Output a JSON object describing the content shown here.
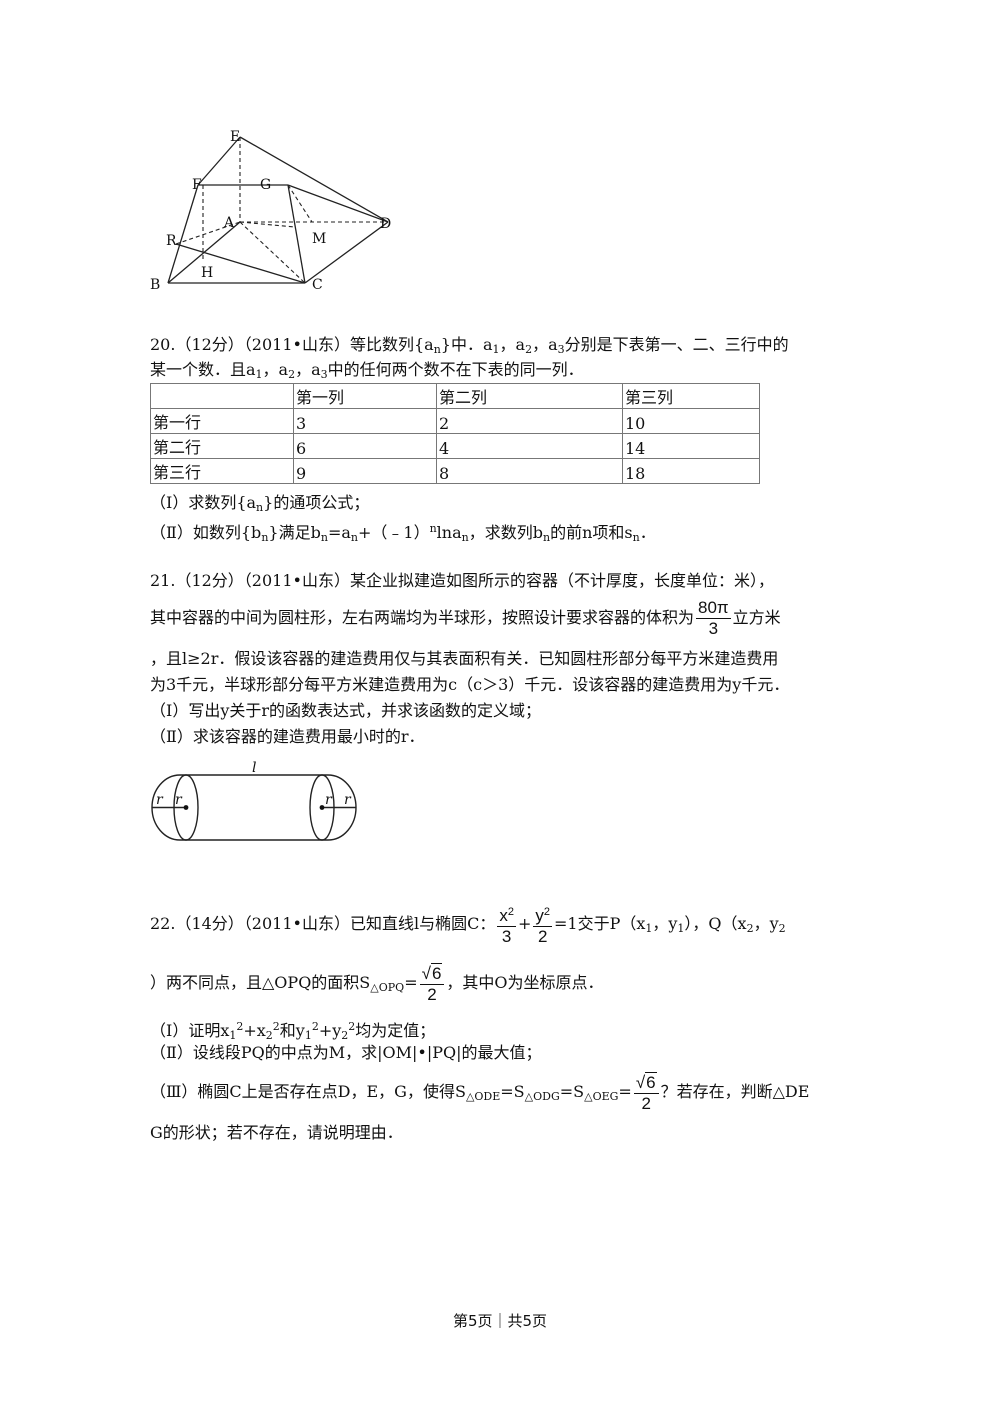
{
  "figure1": {
    "labels": {
      "E": "E",
      "F": "F",
      "G": "G",
      "A": "A",
      "M": "M",
      "D": "D",
      "R": "R",
      "H": "H",
      "B": "B",
      "C": "C"
    }
  },
  "q20": {
    "line1_a": "20.（12分）（2011•山东）等比数列{a",
    "line1_b": "}中．a",
    "line1_c": "，a",
    "line1_d": "，a",
    "line1_e": "分别是下表第一、二、三行中的",
    "line2_a": "某一个数．且a",
    "line2_b": "，a",
    "line2_c": "，a",
    "line2_d": "中的任何两个数不在下表的同一列．",
    "table": {
      "headers": [
        "",
        "第一列",
        "第二列",
        "第三列"
      ],
      "rows": [
        [
          "第一行",
          "3",
          "2",
          "10"
        ],
        [
          "第二行",
          "6",
          "4",
          "14"
        ],
        [
          "第三行",
          "9",
          "8",
          "18"
        ]
      ]
    },
    "part1_a": "（Ⅰ）求数列{a",
    "part1_b": "}的通项公式；",
    "part2_a": "（Ⅱ）如数列{b",
    "part2_b": "}满足b",
    "part2_c": "=a",
    "part2_d": "+（﹣1）",
    "part2_e": "lna",
    "part2_f": "，求数列b",
    "part2_g": "的前n项和s",
    "part2_h": "．"
  },
  "q21": {
    "line1": "21.（12分）（2011•山东）某企业拟建造如图所示的容器（不计厚度，长度单位：米），",
    "line2_a": "其中容器的中间为圆柱形，左右两端均为半球形，按照设计要求容器的体积为",
    "frac_num": "80π",
    "frac_den": "3",
    "line2_b": "立方米",
    "line3": "，且l≥2r．假设该容器的建造费用仅与其表面积有关．已知圆柱形部分每平方米建造费用",
    "line4": "为3千元，半球形部分每平方米建造费用为c（c＞3）千元．设该容器的建造费用为y千元．",
    "part1": "（Ⅰ）写出y关于r的函数表达式，并求该函数的定义域；",
    "part2": "（Ⅱ）求该容器的建造费用最小时的r．",
    "fig_l": "l",
    "fig_r": "r"
  },
  "q22": {
    "line1_a": "22.（14分）（2011•山东）已知直线l与椭圆C：",
    "x2": "x",
    "y2": "y",
    "exp2": "2",
    "den3": "3",
    "den2": "2",
    "plus": "+",
    "eq1": "=1",
    "line1_b": "交于P（x",
    "line1_c": "，y",
    "line1_d": "），Q（x",
    "line1_e": "，y",
    "line2_a": "）两不同点，且△OPQ的面积S",
    "sub_opq": "△OPQ",
    "eq": "=",
    "sqrt6": "6",
    "line2_b": "，其中O为坐标原点．",
    "part1_a": "（Ⅰ）证明x",
    "part1_b": "+x",
    "part1_c": "和y",
    "part1_d": "+y",
    "part1_e": "均为定值；",
    "part2": "（Ⅱ）设线段PQ的中点为M，求|OM|•|PQ|的最大值；",
    "part3_a": "（Ⅲ）椭圆C上是否存在点D，E，G，使得S",
    "sub_ode": "△ODE",
    "sub_odg": "△ODG",
    "sub_oeg": "△OEG",
    "part3_b": "？若存在，判断△DE",
    "line_last": "G的形状；若不存在，请说明理由．"
  },
  "footer": "第5页｜共5页"
}
